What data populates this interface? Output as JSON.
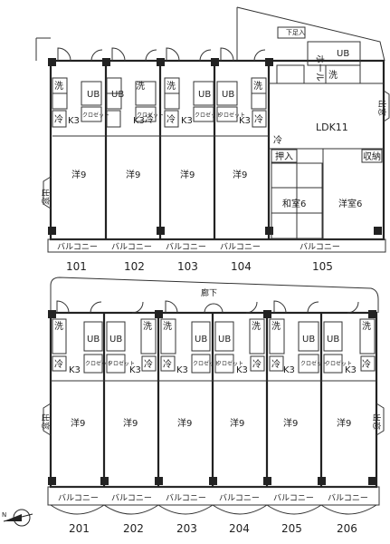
{
  "floor1": {
    "units": [
      {
        "number": "101",
        "wash": "洗",
        "fridge": "冷",
        "kitchen": "K3",
        "bath": "UB",
        "closet": "クロゼット",
        "room": "洋9",
        "balcony": "バルコニー",
        "window": "出窓"
      },
      {
        "number": "102",
        "wash": "洗",
        "fridge": "冷",
        "kitchen": "K3",
        "bath": "UB",
        "closet": "クロゼット",
        "room": "洋9",
        "balcony": "バルコニー"
      },
      {
        "number": "103",
        "wash": "洗",
        "fridge": "冷",
        "kitchen": "K3",
        "bath": "UB",
        "closet": "クロゼット",
        "room": "洋9",
        "balcony": "バルコニー"
      },
      {
        "number": "104",
        "wash": "洗",
        "fridge": "冷",
        "kitchen": "K3",
        "bath": "UB",
        "closet": "クロゼット",
        "room": "洋9",
        "balcony": "バルコニー"
      }
    ],
    "unit105": {
      "number": "105",
      "ldk": "LDK11",
      "hall": "ホール",
      "entry": "下足入",
      "bath": "UB",
      "wash": "洗",
      "fridge": "冷",
      "oshiire": "押入",
      "storage": "収納",
      "washitsu": "和室6",
      "youshitsu": "洋室6",
      "balcony": "バルコニー",
      "window": "出窓"
    }
  },
  "floor2": {
    "corridor": "廊下",
    "units": [
      {
        "number": "201",
        "wash": "洗",
        "fridge": "冷",
        "kitchen": "K3",
        "bath": "UB",
        "closet": "クロゼット",
        "room": "洋9",
        "balcony": "バルコニー",
        "window": "出窓"
      },
      {
        "number": "202",
        "wash": "洗",
        "fridge": "冷",
        "kitchen": "K3",
        "bath": "UB",
        "closet": "クロゼット",
        "room": "洋9",
        "balcony": "バルコニー"
      },
      {
        "number": "203",
        "wash": "洗",
        "fridge": "冷",
        "kitchen": "K3",
        "bath": "UB",
        "closet": "クロゼット",
        "room": "洋9",
        "balcony": "バルコニー"
      },
      {
        "number": "204",
        "wash": "洗",
        "fridge": "冷",
        "kitchen": "K3",
        "bath": "UB",
        "closet": "クロゼット",
        "room": "洋9",
        "balcony": "バルコニー"
      },
      {
        "number": "205",
        "wash": "洗",
        "fridge": "冷",
        "kitchen": "K3",
        "bath": "UB",
        "closet": "クロゼット",
        "room": "洋9",
        "balcony": "バルコニー"
      },
      {
        "number": "206",
        "wash": "洗",
        "fridge": "冷",
        "kitchen": "K3",
        "bath": "UB",
        "closet": "クロゼット",
        "room": "洋9",
        "balcony": "バルコニー",
        "window": "出窓"
      }
    ]
  },
  "compass_icon": "north-arrow-icon"
}
